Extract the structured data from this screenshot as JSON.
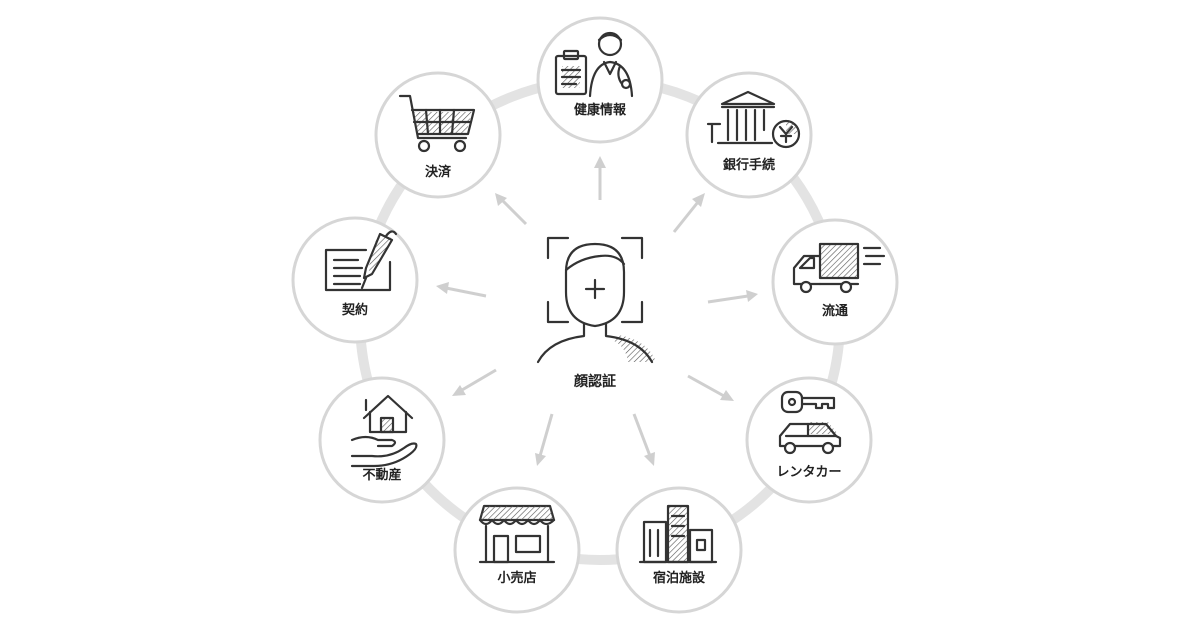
{
  "center": {
    "label": "顔認証",
    "icon": "face-scan-icon"
  },
  "nodes": [
    {
      "id": "health",
      "label": "健康情報",
      "icon": "doctor-clipboard-icon"
    },
    {
      "id": "bank",
      "label": "銀行手続",
      "icon": "bank-yen-icon"
    },
    {
      "id": "logistics",
      "label": "流通",
      "icon": "delivery-truck-icon"
    },
    {
      "id": "rental",
      "label": "レンタカー",
      "icon": "car-key-icon"
    },
    {
      "id": "lodging",
      "label": "宿泊施設",
      "icon": "hotel-building-icon"
    },
    {
      "id": "retail",
      "label": "小売店",
      "icon": "storefront-icon"
    },
    {
      "id": "realestate",
      "label": "不動産",
      "icon": "house-hand-icon"
    },
    {
      "id": "contract",
      "label": "契約",
      "icon": "contract-pen-icon"
    },
    {
      "id": "payment",
      "label": "決済",
      "icon": "shopping-cart-icon"
    }
  ]
}
